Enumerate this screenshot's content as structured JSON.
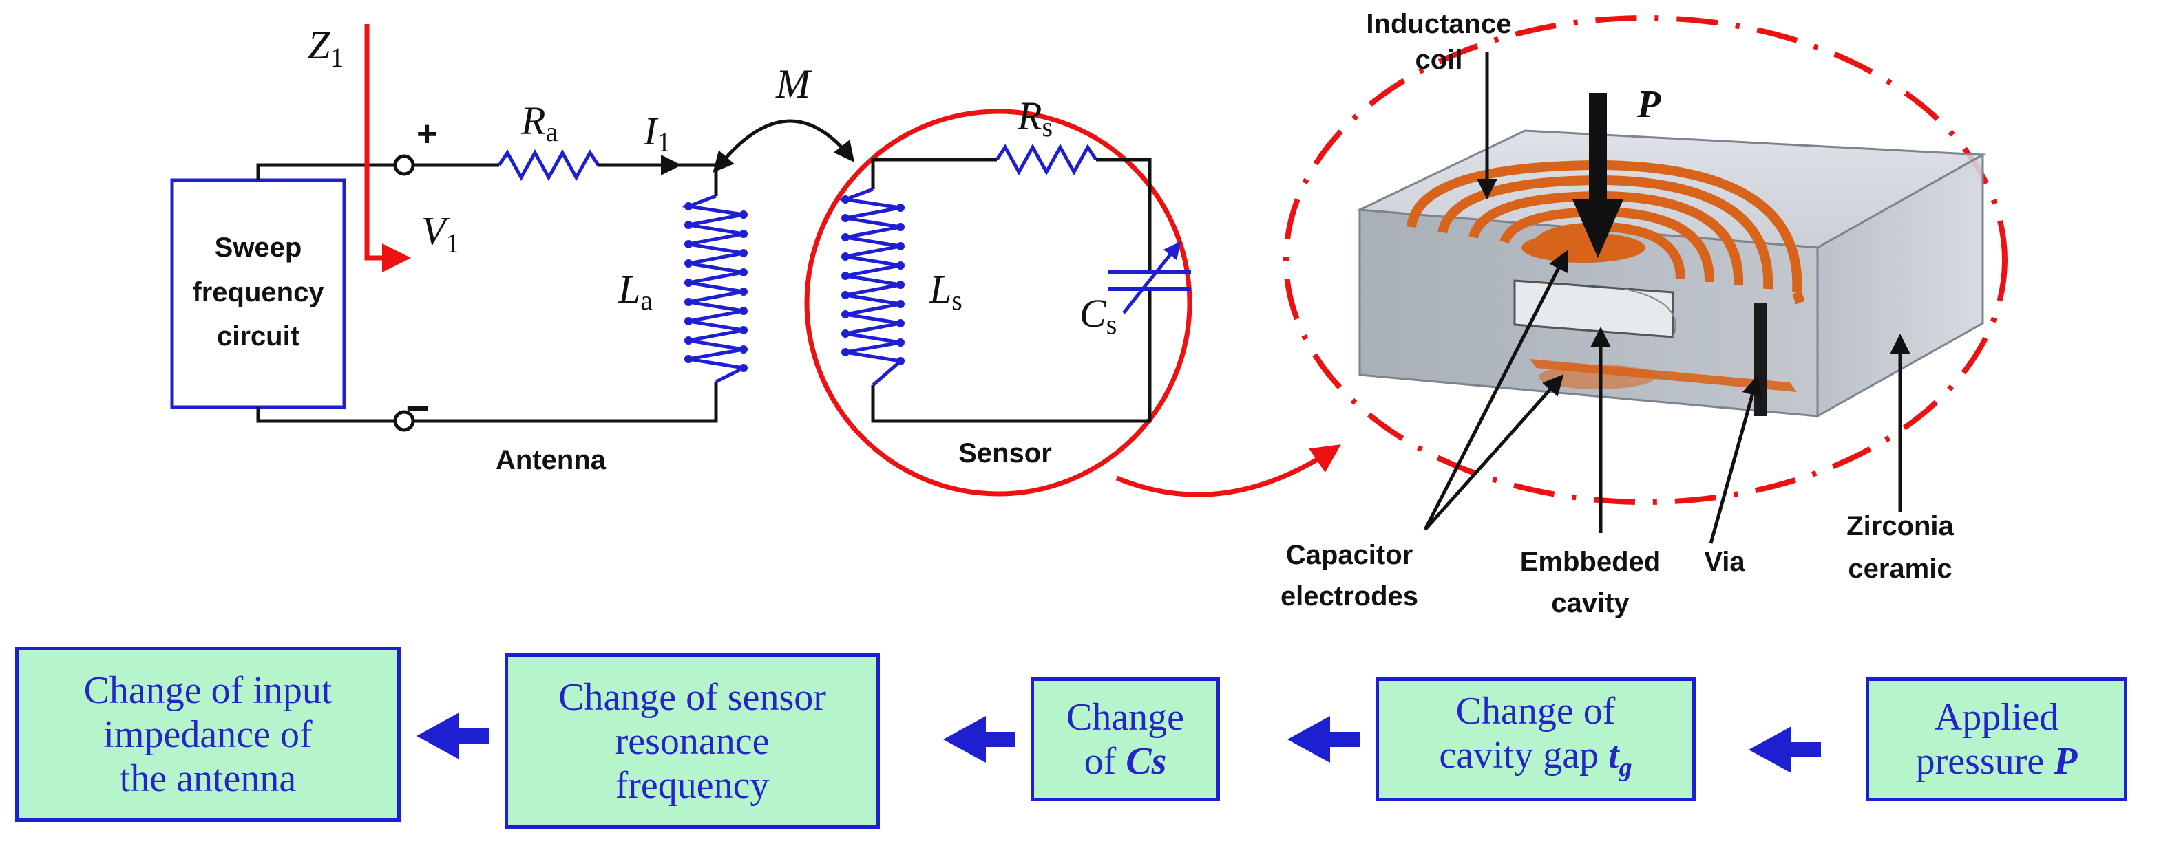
{
  "circuit": {
    "sweep_box": [
      "Sweep",
      "frequency",
      "circuit"
    ],
    "z1": "Z",
    "z1_sub": "1",
    "v1": "V",
    "v1_sub": "1",
    "i1": "I",
    "i1_sub": "1",
    "plus": "+",
    "minus": "–",
    "ra": "R",
    "ra_sub": "a",
    "la": "L",
    "la_sub": "a",
    "m": "M",
    "rs": "R",
    "rs_sub": "s",
    "ls": "L",
    "ls_sub": "s",
    "cs": "C",
    "cs_sub": "s",
    "antenna_label": "Antenna",
    "sensor_label": "Sensor"
  },
  "model3d": {
    "p_label": "P",
    "inductance_coil": [
      "Inductance",
      "coil"
    ],
    "capacitor_electrodes": [
      "Capacitor",
      "electrodes"
    ],
    "embedded_cavity": [
      "Embbeded",
      "cavity"
    ],
    "via": "Via",
    "zirconia": [
      "Zirconia",
      "ceramic"
    ]
  },
  "flow": {
    "box1": [
      "Change of input",
      "impedance of",
      "the antenna"
    ],
    "box2": [
      "Change of sensor",
      "resonance",
      "frequency"
    ],
    "box3_line1": "Change",
    "box3_line2_pre": "of ",
    "box3_line2_em": "Cs",
    "box4_line1": "Change of",
    "box4_line2_pre": "cavity gap ",
    "box4_line2_em": "t",
    "box4_line2_sub": "g",
    "box5_line1": "Applied",
    "box5_line2_pre": "pressure ",
    "box5_line2_em": "P"
  },
  "colors": {
    "wire": "#111111",
    "coil": "#1f1fd2",
    "highlight": "#ee1111",
    "copper": "#d8641c",
    "flow_fill": "#b6f5cc",
    "flow_border": "#1f1fd2",
    "flow_text": "#2424c8"
  }
}
